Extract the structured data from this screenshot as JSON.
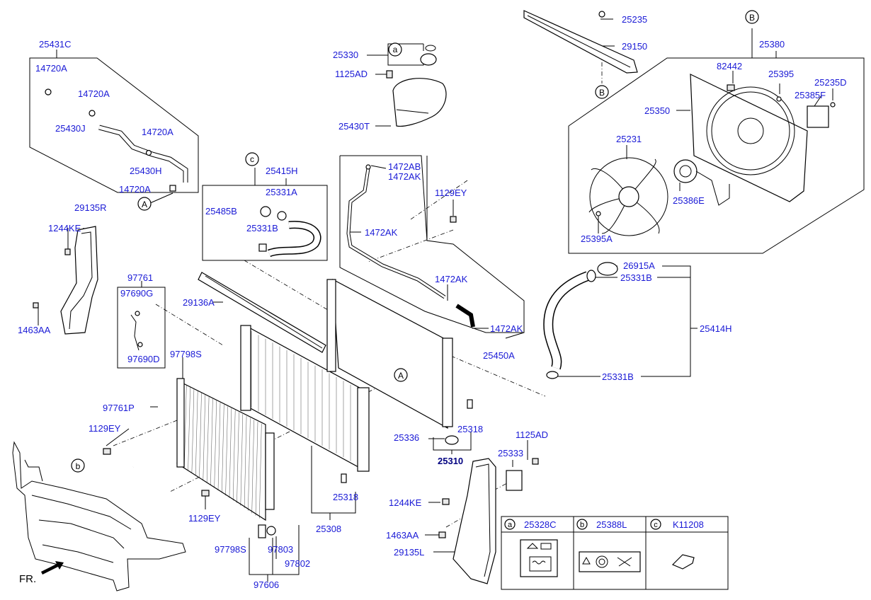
{
  "parts": [
    {
      "id": "p01",
      "label": "25431C"
    },
    {
      "id": "p02",
      "label": "14720A"
    },
    {
      "id": "p03",
      "label": "14720A"
    },
    {
      "id": "p04",
      "label": "25430J"
    },
    {
      "id": "p05",
      "label": "14720A"
    },
    {
      "id": "p06",
      "label": "25430H"
    },
    {
      "id": "p07",
      "label": "14720A"
    },
    {
      "id": "p08",
      "label": "29135R"
    },
    {
      "id": "p09",
      "label": "1244KE"
    },
    {
      "id": "p10",
      "label": "1463AA"
    },
    {
      "id": "p11",
      "label": "97761"
    },
    {
      "id": "p12",
      "label": "97690G"
    },
    {
      "id": "p13",
      "label": "97690D"
    },
    {
      "id": "p14",
      "label": "25415H"
    },
    {
      "id": "p15",
      "label": "25331A"
    },
    {
      "id": "p16",
      "label": "25485B"
    },
    {
      "id": "p17",
      "label": "25331B"
    },
    {
      "id": "p18",
      "label": "29136A"
    },
    {
      "id": "p19",
      "label": "97798S"
    },
    {
      "id": "p20",
      "label": "97761P"
    },
    {
      "id": "p21",
      "label": "1129EY"
    },
    {
      "id": "p22",
      "label": "1129EY"
    },
    {
      "id": "p23",
      "label": "97798S"
    },
    {
      "id": "p24",
      "label": "97803"
    },
    {
      "id": "p25",
      "label": "97802"
    },
    {
      "id": "p26",
      "label": "97606"
    },
    {
      "id": "p27",
      "label": "25318"
    },
    {
      "id": "p28",
      "label": "25308"
    },
    {
      "id": "p29",
      "label": "25330"
    },
    {
      "id": "p30",
      "label": "1125AD"
    },
    {
      "id": "p31",
      "label": "25430T"
    },
    {
      "id": "p32",
      "label": "1472AB"
    },
    {
      "id": "p33",
      "label": "1472AK"
    },
    {
      "id": "p34",
      "label": "1129EY"
    },
    {
      "id": "p35",
      "label": "1472AK"
    },
    {
      "id": "p36",
      "label": "1472AK"
    },
    {
      "id": "p37",
      "label": "1472AK"
    },
    {
      "id": "p38",
      "label": "25450A"
    },
    {
      "id": "p39",
      "label": "25336"
    },
    {
      "id": "p40",
      "label": "25318"
    },
    {
      "id": "p41",
      "label": "25310"
    },
    {
      "id": "p42",
      "label": "1125AD"
    },
    {
      "id": "p43",
      "label": "25333"
    },
    {
      "id": "p44",
      "label": "1244KE"
    },
    {
      "id": "p45",
      "label": "1463AA"
    },
    {
      "id": "p46",
      "label": "29135L"
    },
    {
      "id": "p47",
      "label": "25235"
    },
    {
      "id": "p48",
      "label": "29150"
    },
    {
      "id": "p49",
      "label": "25380"
    },
    {
      "id": "p50",
      "label": "82442"
    },
    {
      "id": "p51",
      "label": "25395"
    },
    {
      "id": "p52",
      "label": "25235D"
    },
    {
      "id": "p53",
      "label": "25350"
    },
    {
      "id": "p54",
      "label": "25385F"
    },
    {
      "id": "p55",
      "label": "25231"
    },
    {
      "id": "p56",
      "label": "25386E"
    },
    {
      "id": "p57",
      "label": "25395A"
    },
    {
      "id": "p58",
      "label": "26915A"
    },
    {
      "id": "p59",
      "label": "25331B"
    },
    {
      "id": "p60",
      "label": "25414H"
    },
    {
      "id": "p61",
      "label": "25331B"
    }
  ],
  "callouts": [
    {
      "id": "c1",
      "letter": "A"
    },
    {
      "id": "c2",
      "letter": "A"
    },
    {
      "id": "c3",
      "letter": "B"
    },
    {
      "id": "c4",
      "letter": "B"
    },
    {
      "id": "c5",
      "letter": "b"
    },
    {
      "id": "c6",
      "letter": "c"
    },
    {
      "id": "c7",
      "letter": "a"
    }
  ],
  "legend_table": [
    {
      "letter": "a",
      "part": "25328C"
    },
    {
      "letter": "b",
      "part": "25388L"
    },
    {
      "letter": "c",
      "part": "K11208"
    }
  ],
  "front_label": "FR.",
  "colors": {
    "part_number": "#1a1ad6",
    "line": "#000000"
  }
}
